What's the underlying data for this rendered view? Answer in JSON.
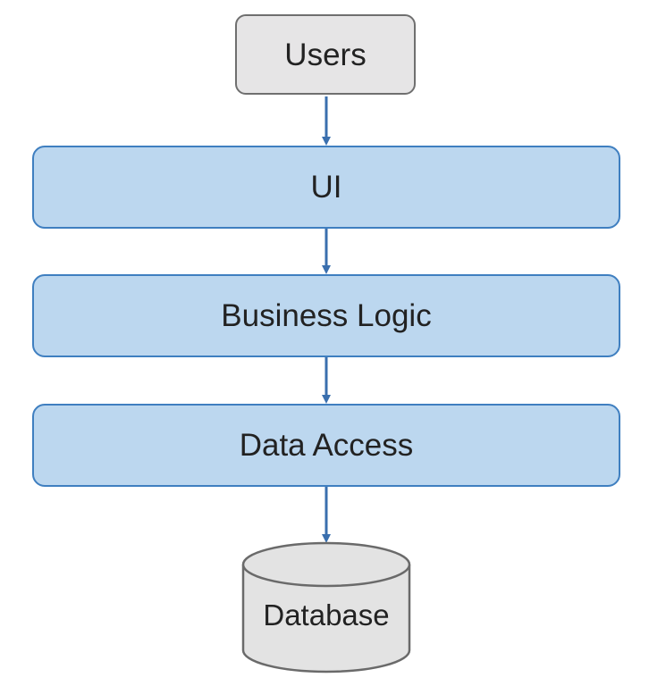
{
  "diagram": {
    "nodes": {
      "users": {
        "label": "Users"
      },
      "ui": {
        "label": "UI"
      },
      "business_logic": {
        "label": "Business Logic"
      },
      "data_access": {
        "label": "Data Access"
      },
      "database": {
        "label": "Database"
      }
    },
    "edges": [
      {
        "from": "users",
        "to": "ui"
      },
      {
        "from": "ui",
        "to": "business_logic"
      },
      {
        "from": "business_logic",
        "to": "data_access"
      },
      {
        "from": "data_access",
        "to": "database"
      }
    ],
    "colors": {
      "layer_fill": "#bcd7ef",
      "layer_border": "#3f7fc0",
      "users_fill": "#e6e5e6",
      "users_border": "#6f6f6f",
      "database_fill": "#e3e3e3",
      "database_border": "#6a6a6a",
      "arrow": "#3a6fae"
    }
  }
}
